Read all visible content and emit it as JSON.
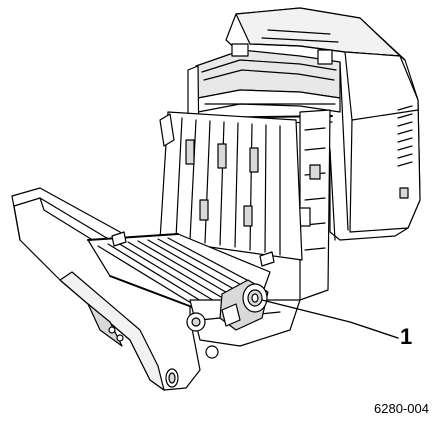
{
  "figure": {
    "subject": "printer-front-door-open-illustration",
    "callout": {
      "number": "1"
    },
    "figure_id": "6280-004",
    "colors": {
      "line": "#000000",
      "fill": "#ffffff",
      "shade": "#d9d9d9"
    }
  }
}
